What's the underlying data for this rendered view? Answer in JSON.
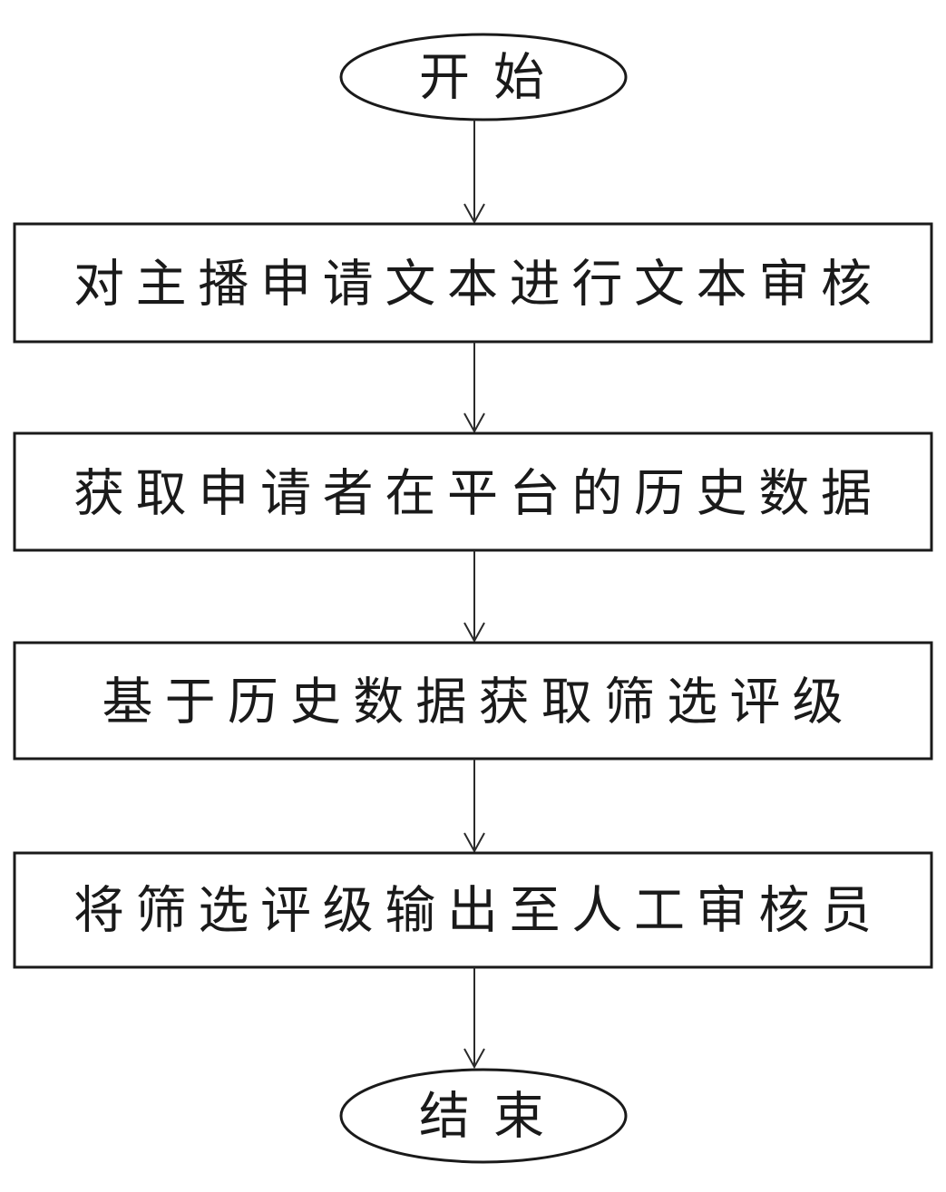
{
  "flowchart": {
    "start": "开始",
    "steps": [
      "对主播申请文本进行文本审核",
      "获取申请者在平台的历史数据",
      "基于历史数据获取筛选评级",
      "将筛选评级输出至人工审核员"
    ],
    "end": "结束"
  }
}
